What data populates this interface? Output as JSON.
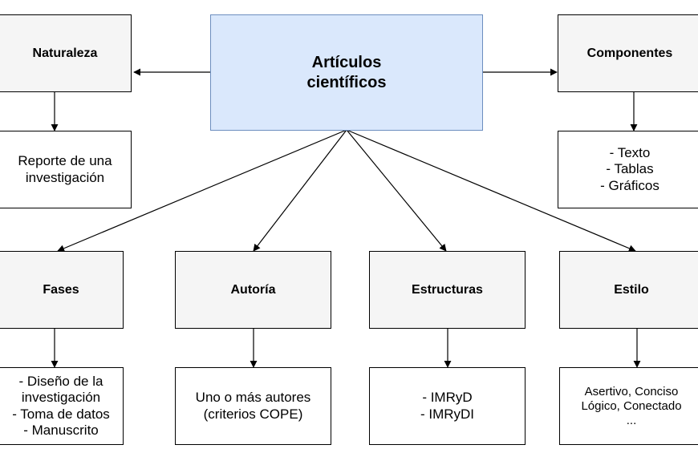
{
  "nodes": {
    "center": "Artículos\ncientíficos",
    "naturaleza": "Naturaleza",
    "naturaleza_detail": "Reporte de una\ninvestigación",
    "componentes": "Componentes",
    "componentes_detail": "- Texto\n- Tablas\n- Gráficos",
    "fases": "Fases",
    "fases_detail": "- Diseño de la\ninvestigación\n- Toma de datos\n- Manuscrito",
    "autoria": "Autoría",
    "autoria_detail": "Uno o más autores\n(criterios COPE)",
    "estructuras": "Estructuras",
    "estructuras_detail": "- IMRyD\n- IMRyDI",
    "estilo": "Estilo",
    "estilo_detail": "Asertivo, Conciso\nLógico, Conectado\n..."
  },
  "colors": {
    "center_fill": "#dae8fc",
    "center_border": "#6c8ebf",
    "category_fill": "#f5f5f5",
    "detail_fill": "#ffffff"
  }
}
